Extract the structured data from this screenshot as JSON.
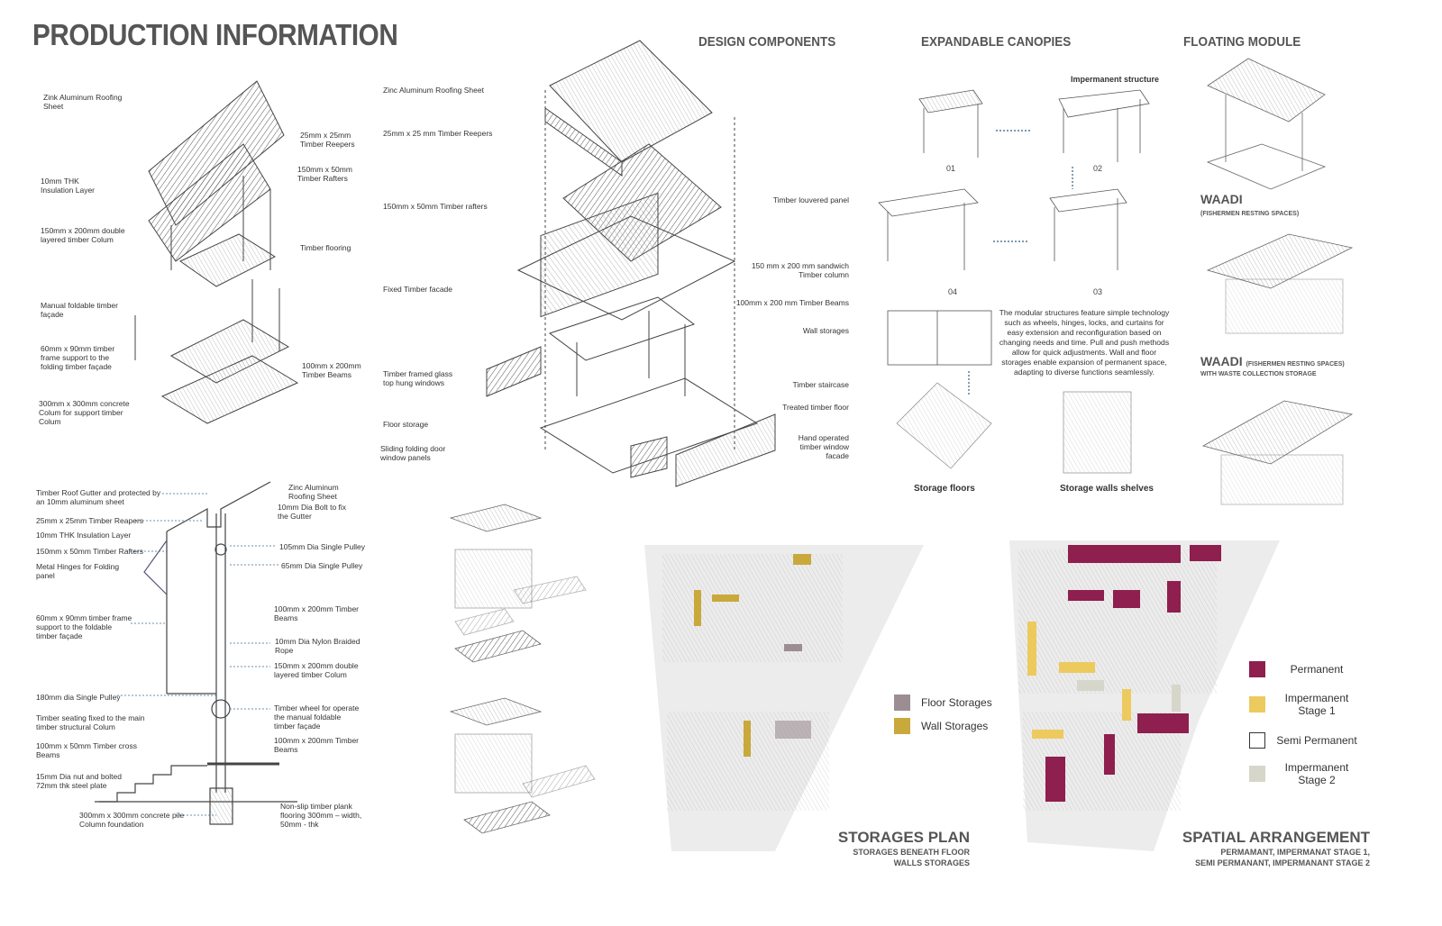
{
  "title": "PRODUCTION INFORMATION",
  "sections": {
    "design": "DESIGN COMPONENTS",
    "canopies": "EXPANDABLE CANOPIES",
    "floating": "FLOATING  MODULE"
  },
  "axo_left": [
    "Zink Aluminum Roofing Sheet",
    "25mm x 25mm Timber Reepers",
    "150mm x 50mm Timber Rafters",
    "10mm THK Insulation Layer",
    "150mm x 200mm double layered timber Colum",
    "Timber flooring",
    "Manual foldable  timber façade",
    "60mm x 90mm timber frame support to the folding timber façade",
    "100mm x 200mm Timber Beams",
    "300mm x 300mm concrete Colum for support timber Colum"
  ],
  "axo_center_left": [
    "Zinc Aluminum Roofing Sheet",
    "25mm x 25 mm Timber Reepers",
    "150mm x 50mm Timber rafters",
    "Fixed Timber facade",
    "Timber framed glass top hung windows",
    "Floor storage",
    "Sliding folding door window panels"
  ],
  "axo_center_right": [
    "Timber louvered panel",
    "150 mm x 200 mm sandwich Timber column",
    "100mm x 200 mm Timber Beams",
    "Wall storages",
    "Timber staircase",
    "Treated timber floor",
    "Hand operated timber window facade"
  ],
  "section_left": [
    "Timber Roof Gutter and protected by an 10mm aluminum sheet",
    "25mm x 25mm Timber Reapers",
    "10mm THK Insulation Layer",
    "150mm x 50mm Timber Rafters",
    "Metal Hinges for Folding panel",
    "60mm x 90mm timber frame support to the foldable timber façade",
    "180mm dia Single Pulley",
    "Timber seating fixed to the main timber structural Colum",
    "100mm x 50mm Timber cross Beams",
    "15mm Dia nut and bolted 72mm thk steel plate",
    "300mm x 300mm concrete pile Column foundation"
  ],
  "section_right": [
    "Zinc Aluminum Roofing Sheet",
    "10mm Dia Bolt to fix the Gutter",
    "105mm Dia Single Pulley",
    "65mm Dia Single Pulley",
    "100mm x 200mm Timber Beams",
    "10mm Dia Nylon Braided Rope",
    "150mm x 200mm double layered timber Colum",
    "Timber wheel for operate the manual foldable  timber façade",
    "100mm x 200mm Timber Beams",
    "Non-slip timber plank flooring 300mm – width, 50mm - thk"
  ],
  "canopies": {
    "impermanent": "Impermanent structure",
    "steps": [
      "01",
      "02",
      "03",
      "04"
    ],
    "description": "The modular structures feature simple technology such as wheels, hinges, locks, and curtains for easy extension and reconfiguration based on changing needs and time. Pull and push methods allow for quick adjustments. Wall and floor storages enable expansion of permanent space, adapting to diverse functions seamlessly.",
    "storage_floors": "Storage floors",
    "storage_walls": "Storage walls shelves"
  },
  "floating": {
    "waadi1": "WAADI",
    "waadi1_sub": "(FISHERMEN RESTING SPACES)",
    "waadi2": "WAADI",
    "waadi2_paren": "(FISHERMEN RESTING SPACES)",
    "waadi2_sub": "WITH WASTE COLLECTION STORAGE"
  },
  "storages_plan": {
    "legend": [
      {
        "label": "Floor Storages",
        "color": "#9c8d92"
      },
      {
        "label": "Wall Storages",
        "color": "#c9a83c"
      }
    ],
    "title": "STORAGES PLAN",
    "sub1": "STORAGES BENEATH FLOOR",
    "sub2": "WALLS STORAGES"
  },
  "spatial": {
    "legend": [
      {
        "label": "Permanent",
        "color": "#8e1f4e"
      },
      {
        "label": "Impermanent Stage 1",
        "color": "#ecca5e"
      },
      {
        "label": "Semi Permanent",
        "color": "#ffffff"
      },
      {
        "label": "Impermanent Stage 2",
        "color": "#d6d6cb"
      }
    ],
    "title": "SPATIAL ARRANGEMENT",
    "sub1": "PERMAMANT, IMPERMANAT STAGE 1,",
    "sub2": "SEMI PERMANANT, IMPERMANANT STAGE 2"
  }
}
